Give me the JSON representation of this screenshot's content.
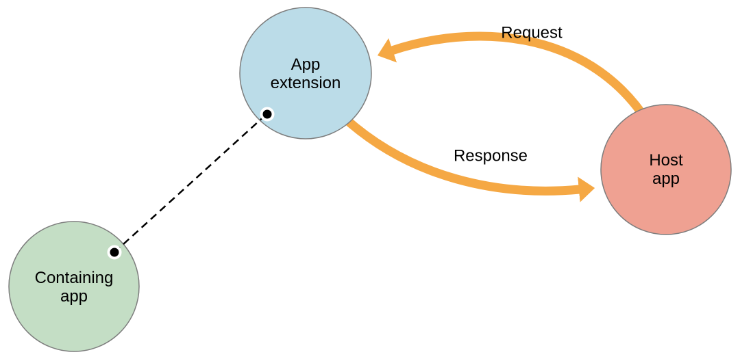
{
  "nodes": {
    "app_extension": {
      "label": "App\nextension",
      "fill": "#BBDCE8"
    },
    "containing_app": {
      "label": "Containing\napp",
      "fill": "#C4DEC5"
    },
    "host_app": {
      "label": "Host\napp",
      "fill": "#EFA192"
    }
  },
  "arrows": {
    "request": {
      "label": "Request",
      "color": "#F5A844",
      "from": "Host app",
      "to": "App extension"
    },
    "response": {
      "label": "Response",
      "color": "#F5A844",
      "from": "App extension",
      "to": "Host app"
    }
  },
  "connection": {
    "style": "dashed",
    "color": "#000000",
    "dot_color": "#000000",
    "between": "Containing app and App extension"
  },
  "colors": {
    "node_border": "#7D7D7D",
    "background": "#FFFFFF",
    "text": "#000000"
  }
}
